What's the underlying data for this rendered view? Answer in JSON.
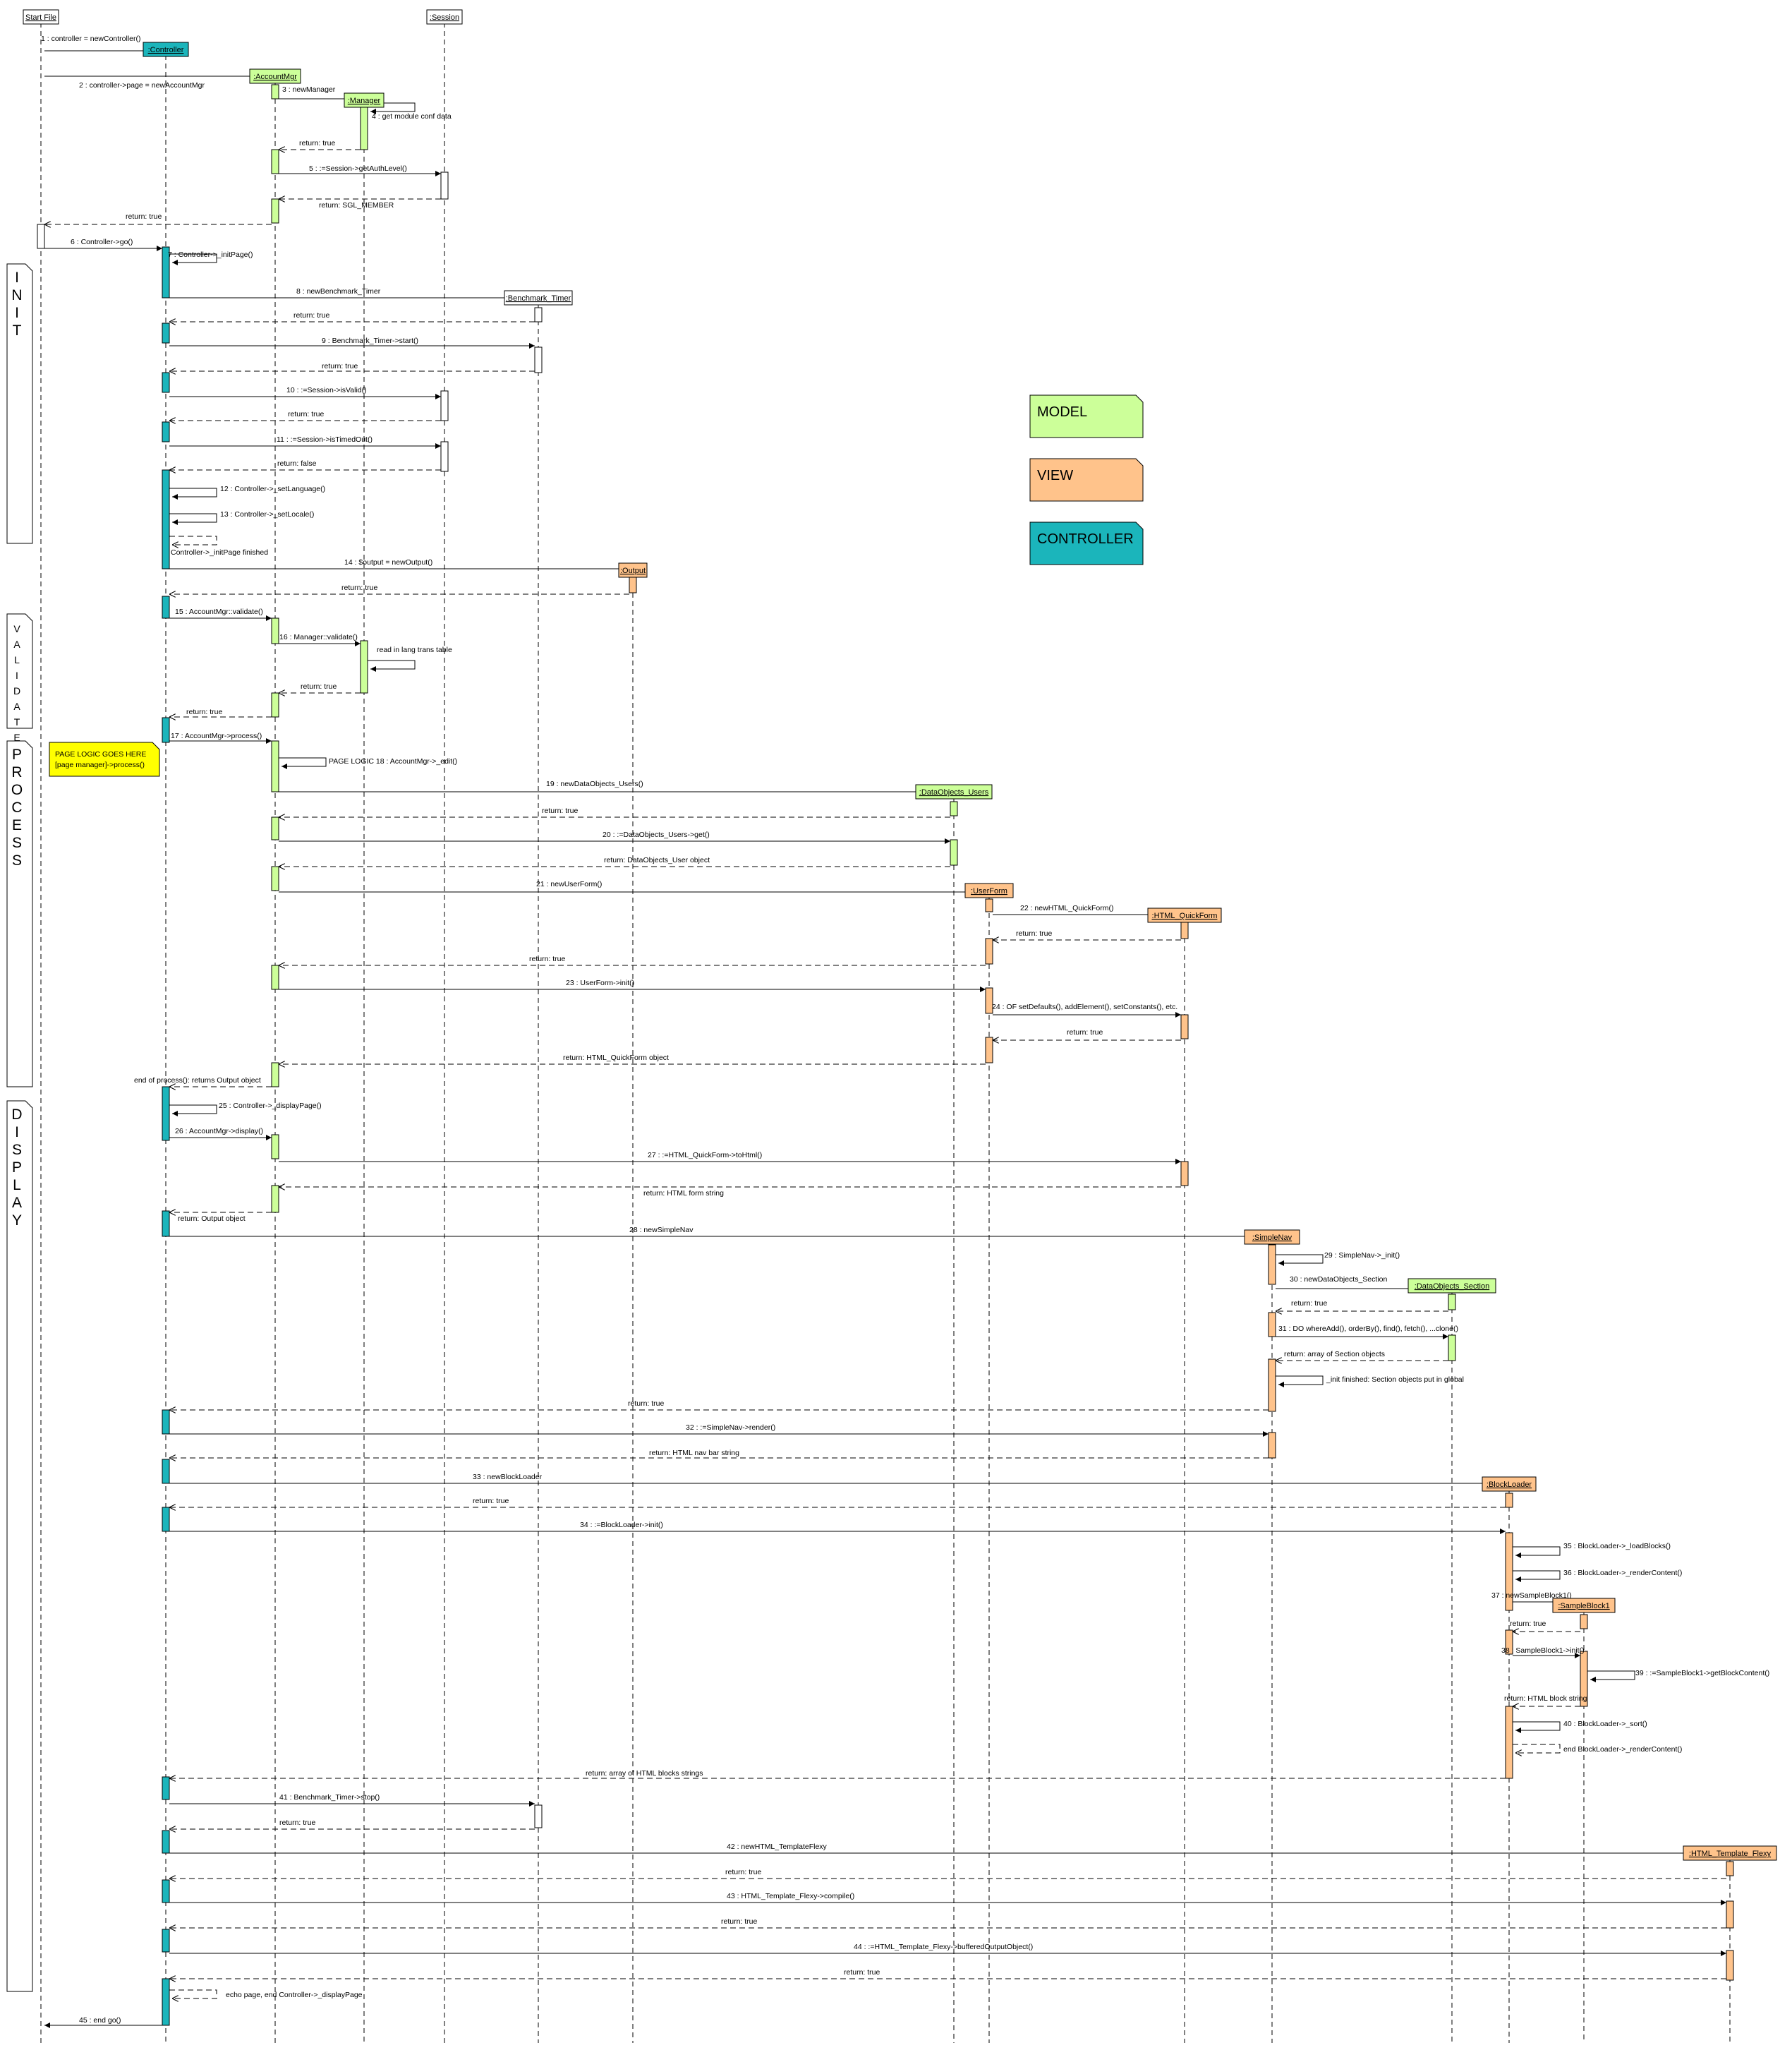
{
  "colors": {
    "model": "#ccff99",
    "view": "#ffc38b",
    "controller": "#1bb5bb",
    "note": "#ffff00",
    "plain": "#ffffff",
    "line": "#000000"
  },
  "legend": [
    {
      "label": "MODEL",
      "kind": "model"
    },
    {
      "label": "VIEW",
      "kind": "view"
    },
    {
      "label": "CONTROLLER",
      "kind": "controller"
    }
  ],
  "phases": [
    {
      "label": "INIT",
      "name": "init"
    },
    {
      "label": "VALIDATE",
      "name": "validate"
    },
    {
      "label": "PROCESS",
      "name": "process"
    },
    {
      "label": "DISPLAY",
      "name": "display"
    }
  ],
  "note": {
    "line1": "PAGE LOGIC GOES HERE",
    "line2": "[page manager]->process()"
  },
  "participants": [
    {
      "id": "start",
      "name": "Start File",
      "kind": "plain"
    },
    {
      "id": "controller",
      "name": ":Controller",
      "kind": "controller"
    },
    {
      "id": "accountmgr",
      "name": ":AccountMgr",
      "kind": "model"
    },
    {
      "id": "manager",
      "name": ":Manager",
      "kind": "model"
    },
    {
      "id": "session",
      "name": ":Session",
      "kind": "plain"
    },
    {
      "id": "timer",
      "name": ":Benchmark_Timer",
      "kind": "plain"
    },
    {
      "id": "output",
      "name": ":Output",
      "kind": "view"
    },
    {
      "id": "dousers",
      "name": ":DataObjects_Users",
      "kind": "model"
    },
    {
      "id": "userform",
      "name": ":UserForm",
      "kind": "view"
    },
    {
      "id": "quickform",
      "name": ":HTML_QuickForm",
      "kind": "view"
    },
    {
      "id": "simplenav",
      "name": ":SimpleNav",
      "kind": "view"
    },
    {
      "id": "dosection",
      "name": ":DataObjects_Section",
      "kind": "model"
    },
    {
      "id": "blockloader",
      "name": ":BlockLoader",
      "kind": "view"
    },
    {
      "id": "sampleblock",
      "name": ":SampleBlock1",
      "kind": "view"
    },
    {
      "id": "template",
      "name": ":HTML_Template_Flexy",
      "kind": "view"
    }
  ],
  "messages": [
    {
      "label": "1 : controller = newController()"
    },
    {
      "label": "2 : controller->page = newAccountMgr"
    },
    {
      "label": "3 : newManager"
    },
    {
      "label": "4 : get module conf data"
    },
    {
      "label": "return: true"
    },
    {
      "label": "5 : :=Session->getAuthLevel()"
    },
    {
      "label": "return: SGL_MEMBER"
    },
    {
      "label": "return: true"
    },
    {
      "label": "6 : Controller->go()"
    },
    {
      "label": "7 : Controller->_initPage()"
    },
    {
      "label": "8 : newBenchmark_Timer"
    },
    {
      "label": "return: true"
    },
    {
      "label": "9 : Benchmark_Timer->start()"
    },
    {
      "label": "return: true"
    },
    {
      "label": "10 : :=Session->isValid()"
    },
    {
      "label": "return: true"
    },
    {
      "label": "11 : :=Session->isTimedOut()"
    },
    {
      "label": "return: false"
    },
    {
      "label": "12 : Controller->_setLanguage()"
    },
    {
      "label": "13 : Controller->_setLocale()"
    },
    {
      "label": "Controller->_initPage finished"
    },
    {
      "label": "14 : $output = newOutput()"
    },
    {
      "label": "return: true"
    },
    {
      "label": "15 : AccountMgr::validate()"
    },
    {
      "label": "16 : Manager::validate()"
    },
    {
      "label": "read in lang trans table"
    },
    {
      "label": "return: true"
    },
    {
      "label": "return: true"
    },
    {
      "label": "17 : AccountMgr->process()"
    },
    {
      "label": "PAGE LOGIC 18 : AccountMgr->_edit()"
    },
    {
      "label": "19 : newDataObjects_Users()"
    },
    {
      "label": "return: true"
    },
    {
      "label": "20 : :=DataObjects_Users->get()"
    },
    {
      "label": "return: DataObjects_User object"
    },
    {
      "label": "21 : newUserForm()"
    },
    {
      "label": "22 : newHTML_QuickForm()"
    },
    {
      "label": "return: true"
    },
    {
      "label": "return: true"
    },
    {
      "label": "23 : UserForm->init()"
    },
    {
      "label": "24 : OF setDefaults(), addElement(), setConstants(), etc."
    },
    {
      "label": "return: true"
    },
    {
      "label": "return: HTML_QuickForm object"
    },
    {
      "label": "end of process(): returns Output object"
    },
    {
      "label": "25 : Controller->_displayPage()"
    },
    {
      "label": "26 : AccountMgr->display()"
    },
    {
      "label": "27 : :=HTML_QuickForm->toHtml()"
    },
    {
      "label": "return: HTML form string"
    },
    {
      "label": "return: Output object"
    },
    {
      "label": "28 : newSimpleNav"
    },
    {
      "label": "29 : SimpleNav->_init()"
    },
    {
      "label": "30 : newDataObjects_Section"
    },
    {
      "label": "return: true"
    },
    {
      "label": "31 : DO whereAdd(), orderBy(), find(), fetch(), ...clone()"
    },
    {
      "label": "return: array of Section objects"
    },
    {
      "label": "_init finished: Section objects put in global"
    },
    {
      "label": "return: true"
    },
    {
      "label": "32 : :=SimpleNav->render()"
    },
    {
      "label": "return: HTML nav bar string"
    },
    {
      "label": "33 : newBlockLoader"
    },
    {
      "label": "return: true"
    },
    {
      "label": "34 : :=BlockLoader->init()"
    },
    {
      "label": "35 : BlockLoader->_loadBlocks()"
    },
    {
      "label": "36 : BlockLoader->_renderContent()"
    },
    {
      "label": "37 : newSampleBlock1()"
    },
    {
      "label": "return: true"
    },
    {
      "label": "38 : SampleBlock1->init()"
    },
    {
      "label": "39 : :=SampleBlock1->getBlockContent()"
    },
    {
      "label": "return: HTML block string"
    },
    {
      "label": "40 : BlockLoader->_sort()"
    },
    {
      "label": "end BlockLoader->_renderContent()"
    },
    {
      "label": "return: array of HTML blocks strings"
    },
    {
      "label": "41 : Benchmark_Timer->stop()"
    },
    {
      "label": "return: true"
    },
    {
      "label": "42 : newHTML_TemplateFlexy"
    },
    {
      "label": "return: true"
    },
    {
      "label": "43 : HTML_Template_Flexy->compile()"
    },
    {
      "label": "return: true"
    },
    {
      "label": "44 : :=HTML_Template_Flexy->bufferedOutputObject()"
    },
    {
      "label": "return: true"
    },
    {
      "label": "echo page, end Controller->_displayPage"
    },
    {
      "label": "45 : end go()"
    }
  ]
}
